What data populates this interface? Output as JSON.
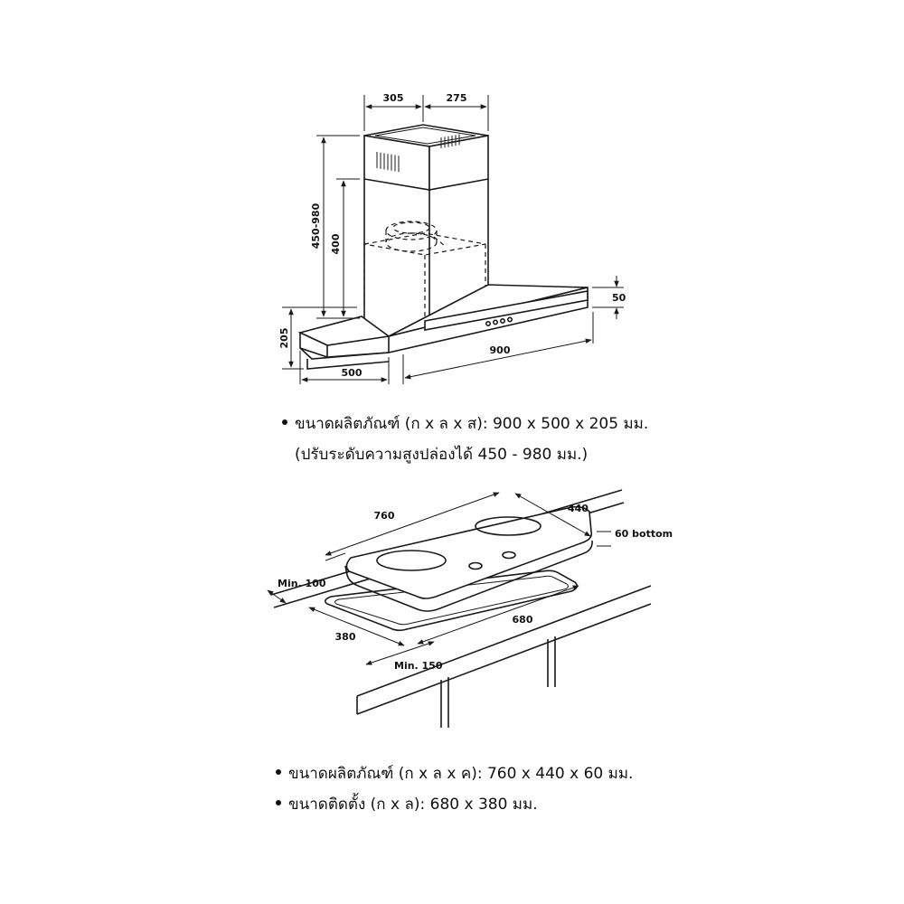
{
  "hood": {
    "dims": {
      "chimney_depth": "305",
      "chimney_width": "275",
      "adjust_height": "450-980",
      "chimney_height": "400",
      "edge_height": "50",
      "total_height": "205",
      "width": "900",
      "depth": "500"
    },
    "caption_line1": "ขนาดผลิตภัณฑ์ (ก x ล x ส): 900 x 500 x 205 มม.",
    "caption_line2": "(ปรับระดับความสูงปล่องได้ 450 - 980 มม.)"
  },
  "hob": {
    "dims": {
      "length": "760",
      "width": "440",
      "bottom": "60 bottom",
      "min_back": "Min. 100",
      "cutout_length": "680",
      "cutout_width": "380",
      "min_front": "Min. 150"
    },
    "caption_line1": "ขนาดผลิตภัณฑ์ (ก x ล x ค): 760 x 440 x 60 มม.",
    "caption_line2": "ขนาดติดตั้ง (ก x ล): 680 x 380 มม."
  },
  "colors": {
    "line": "#1a1a1a",
    "background": "#ffffff"
  }
}
